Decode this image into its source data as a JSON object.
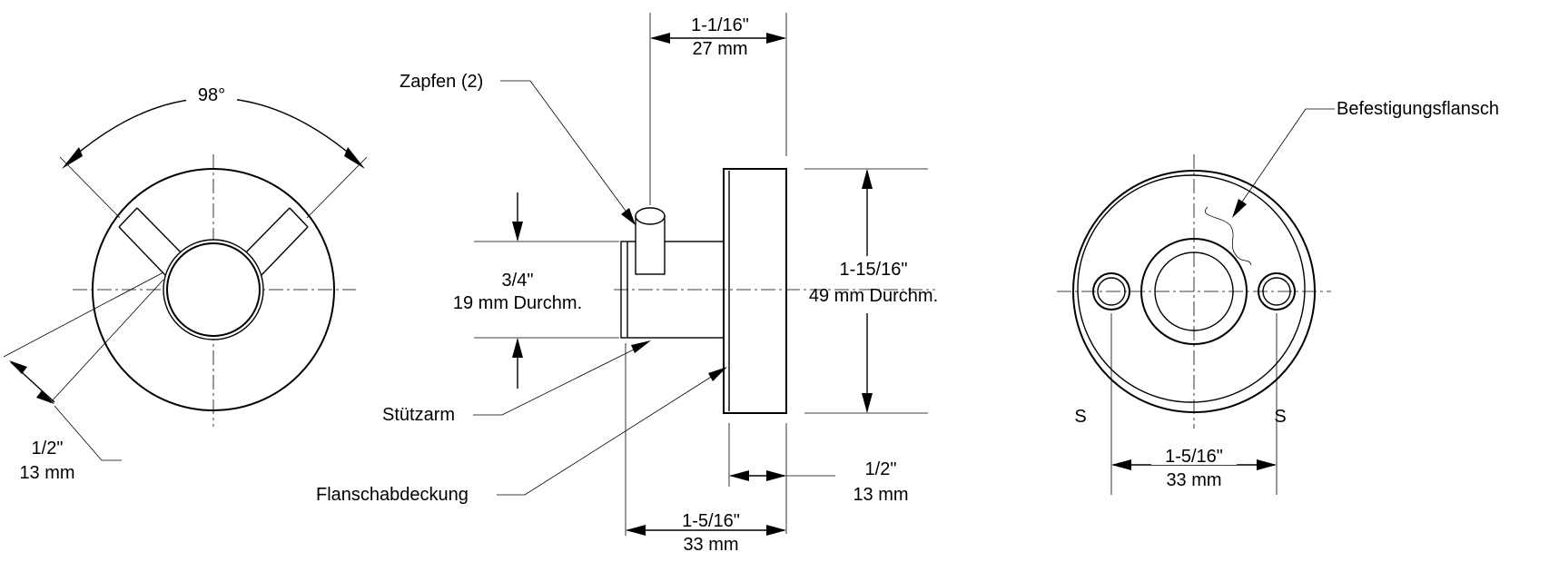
{
  "left_view": {
    "angle_label": "98°",
    "offset_label_in": "1/2\"",
    "offset_label_mm": "13 mm"
  },
  "side_view": {
    "pin_label": "Zapfen (2)",
    "depth_top_in": "1-1/16\"",
    "depth_top_mm": "27 mm",
    "arm_dia_in": "3/4\"",
    "arm_dia_mm": "19 mm Durchm.",
    "flange_dia_in": "1-15/16\"",
    "flange_dia_mm": "49 mm Durchm.",
    "arm_label": "Stützarm",
    "cover_label": "Flanschabdeckung",
    "flange_thick_in": "1/2\"",
    "flange_thick_mm": "13 mm",
    "total_depth_in": "1-5/16\"",
    "total_depth_mm": "33 mm"
  },
  "right_view": {
    "flange_label": "Befestigungsflansch",
    "s_left": "S",
    "s_right": "S",
    "hole_spacing_in": "1-5/16\"",
    "hole_spacing_mm": "33 mm"
  }
}
